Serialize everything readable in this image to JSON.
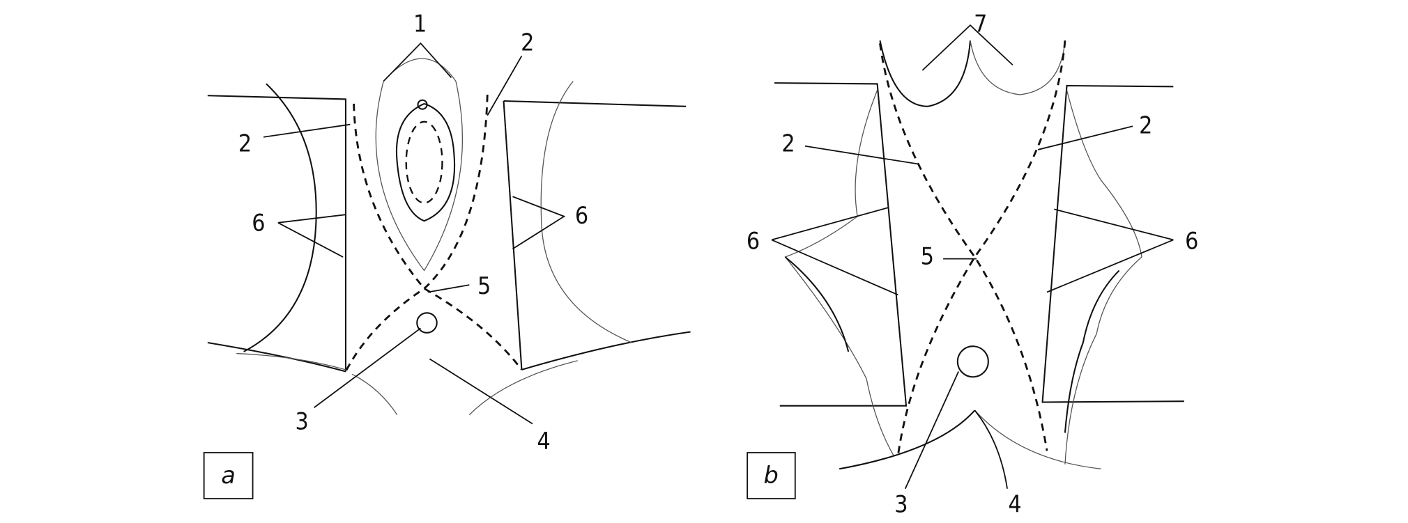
{
  "panel_a": {
    "panel_label": "a",
    "labels": {
      "l1": "1",
      "l2a": "2",
      "l2b": "2",
      "l3": "3",
      "l4": "4",
      "l5": "5",
      "l6a": "6",
      "l6b": "6"
    }
  },
  "panel_b": {
    "panel_label": "b",
    "labels": {
      "l7": "7",
      "l2a": "2",
      "l2b": "2",
      "l3": "3",
      "l4": "4",
      "l5": "5",
      "l6a": "6",
      "l6b": "6"
    }
  }
}
